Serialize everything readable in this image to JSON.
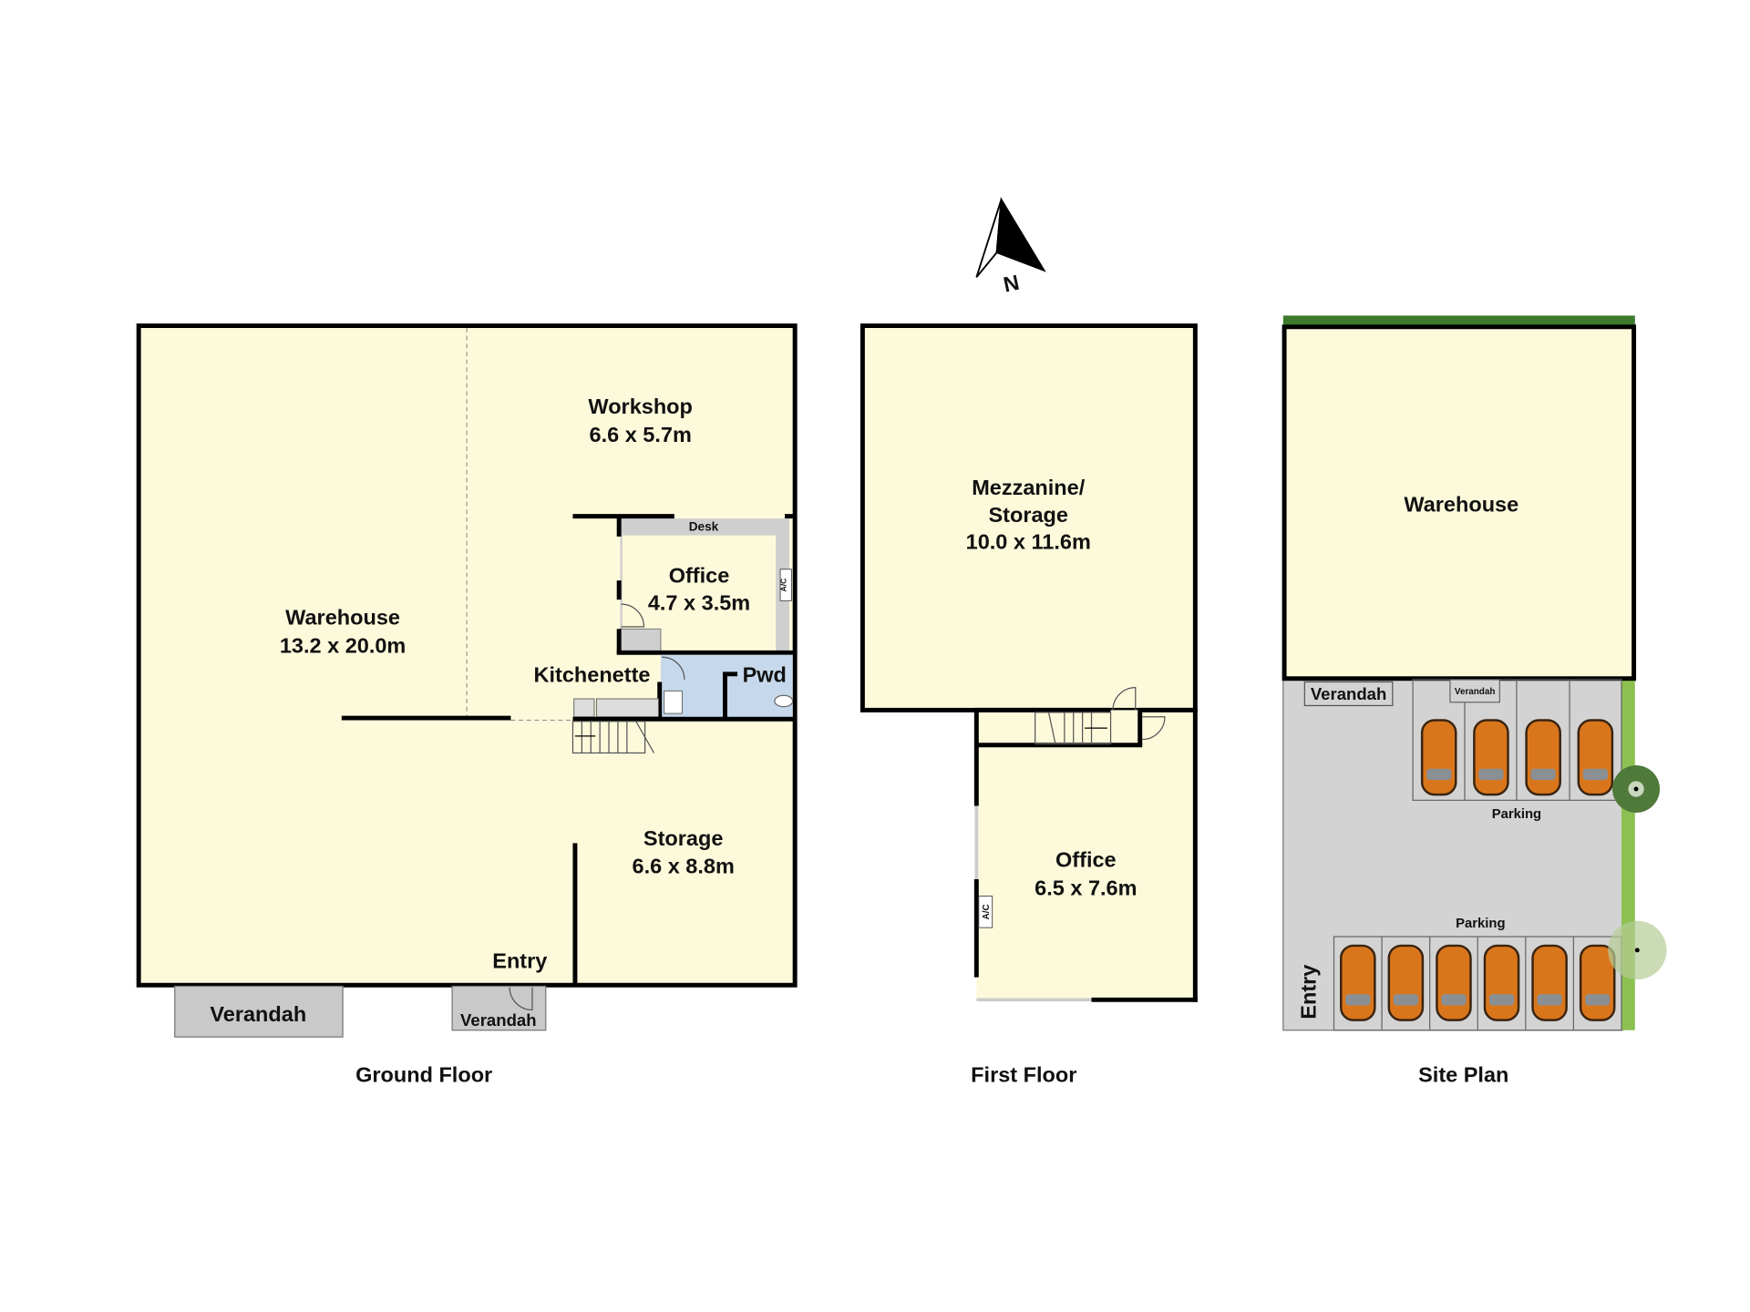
{
  "compass": {
    "label": "N"
  },
  "ground_floor": {
    "caption": "Ground Floor",
    "warehouse": {
      "name": "Warehouse",
      "size": "13.2 x 20.0m"
    },
    "workshop": {
      "name": "Workshop",
      "size": "6.6 x 5.7m"
    },
    "office": {
      "name": "Office",
      "size": "4.7 x 3.5m",
      "desk": "Desk",
      "ac": "A/C"
    },
    "kitchenette": "Kitchenette",
    "pwd": "Pwd",
    "storage": {
      "name": "Storage",
      "size": "6.6 x 8.8m"
    },
    "entry": "Entry",
    "verandah_left": "Verandah",
    "verandah_entry": "Verandah"
  },
  "first_floor": {
    "caption": "First Floor",
    "mezzanine": {
      "line1": "Mezzanine/",
      "line2": "Storage",
      "size": "10.0 x 11.6m"
    },
    "office": {
      "name": "Office",
      "size": "6.5 x 7.6m",
      "ac": "A/C"
    }
  },
  "site_plan": {
    "caption": "Site Plan",
    "warehouse": "Warehouse",
    "verandah_main": "Verandah",
    "verandah_small": "Verandah",
    "parking_top": "Parking",
    "parking_bottom": "Parking",
    "entry": "Entry",
    "top_parking_cars": 4,
    "bottom_parking_cars": 6
  },
  "colors": {
    "room": "#fdfadb",
    "wet": "#c6d9ec",
    "paving": "#d3d3d3",
    "grass": "#8cc152",
    "car": "#d9761c"
  }
}
